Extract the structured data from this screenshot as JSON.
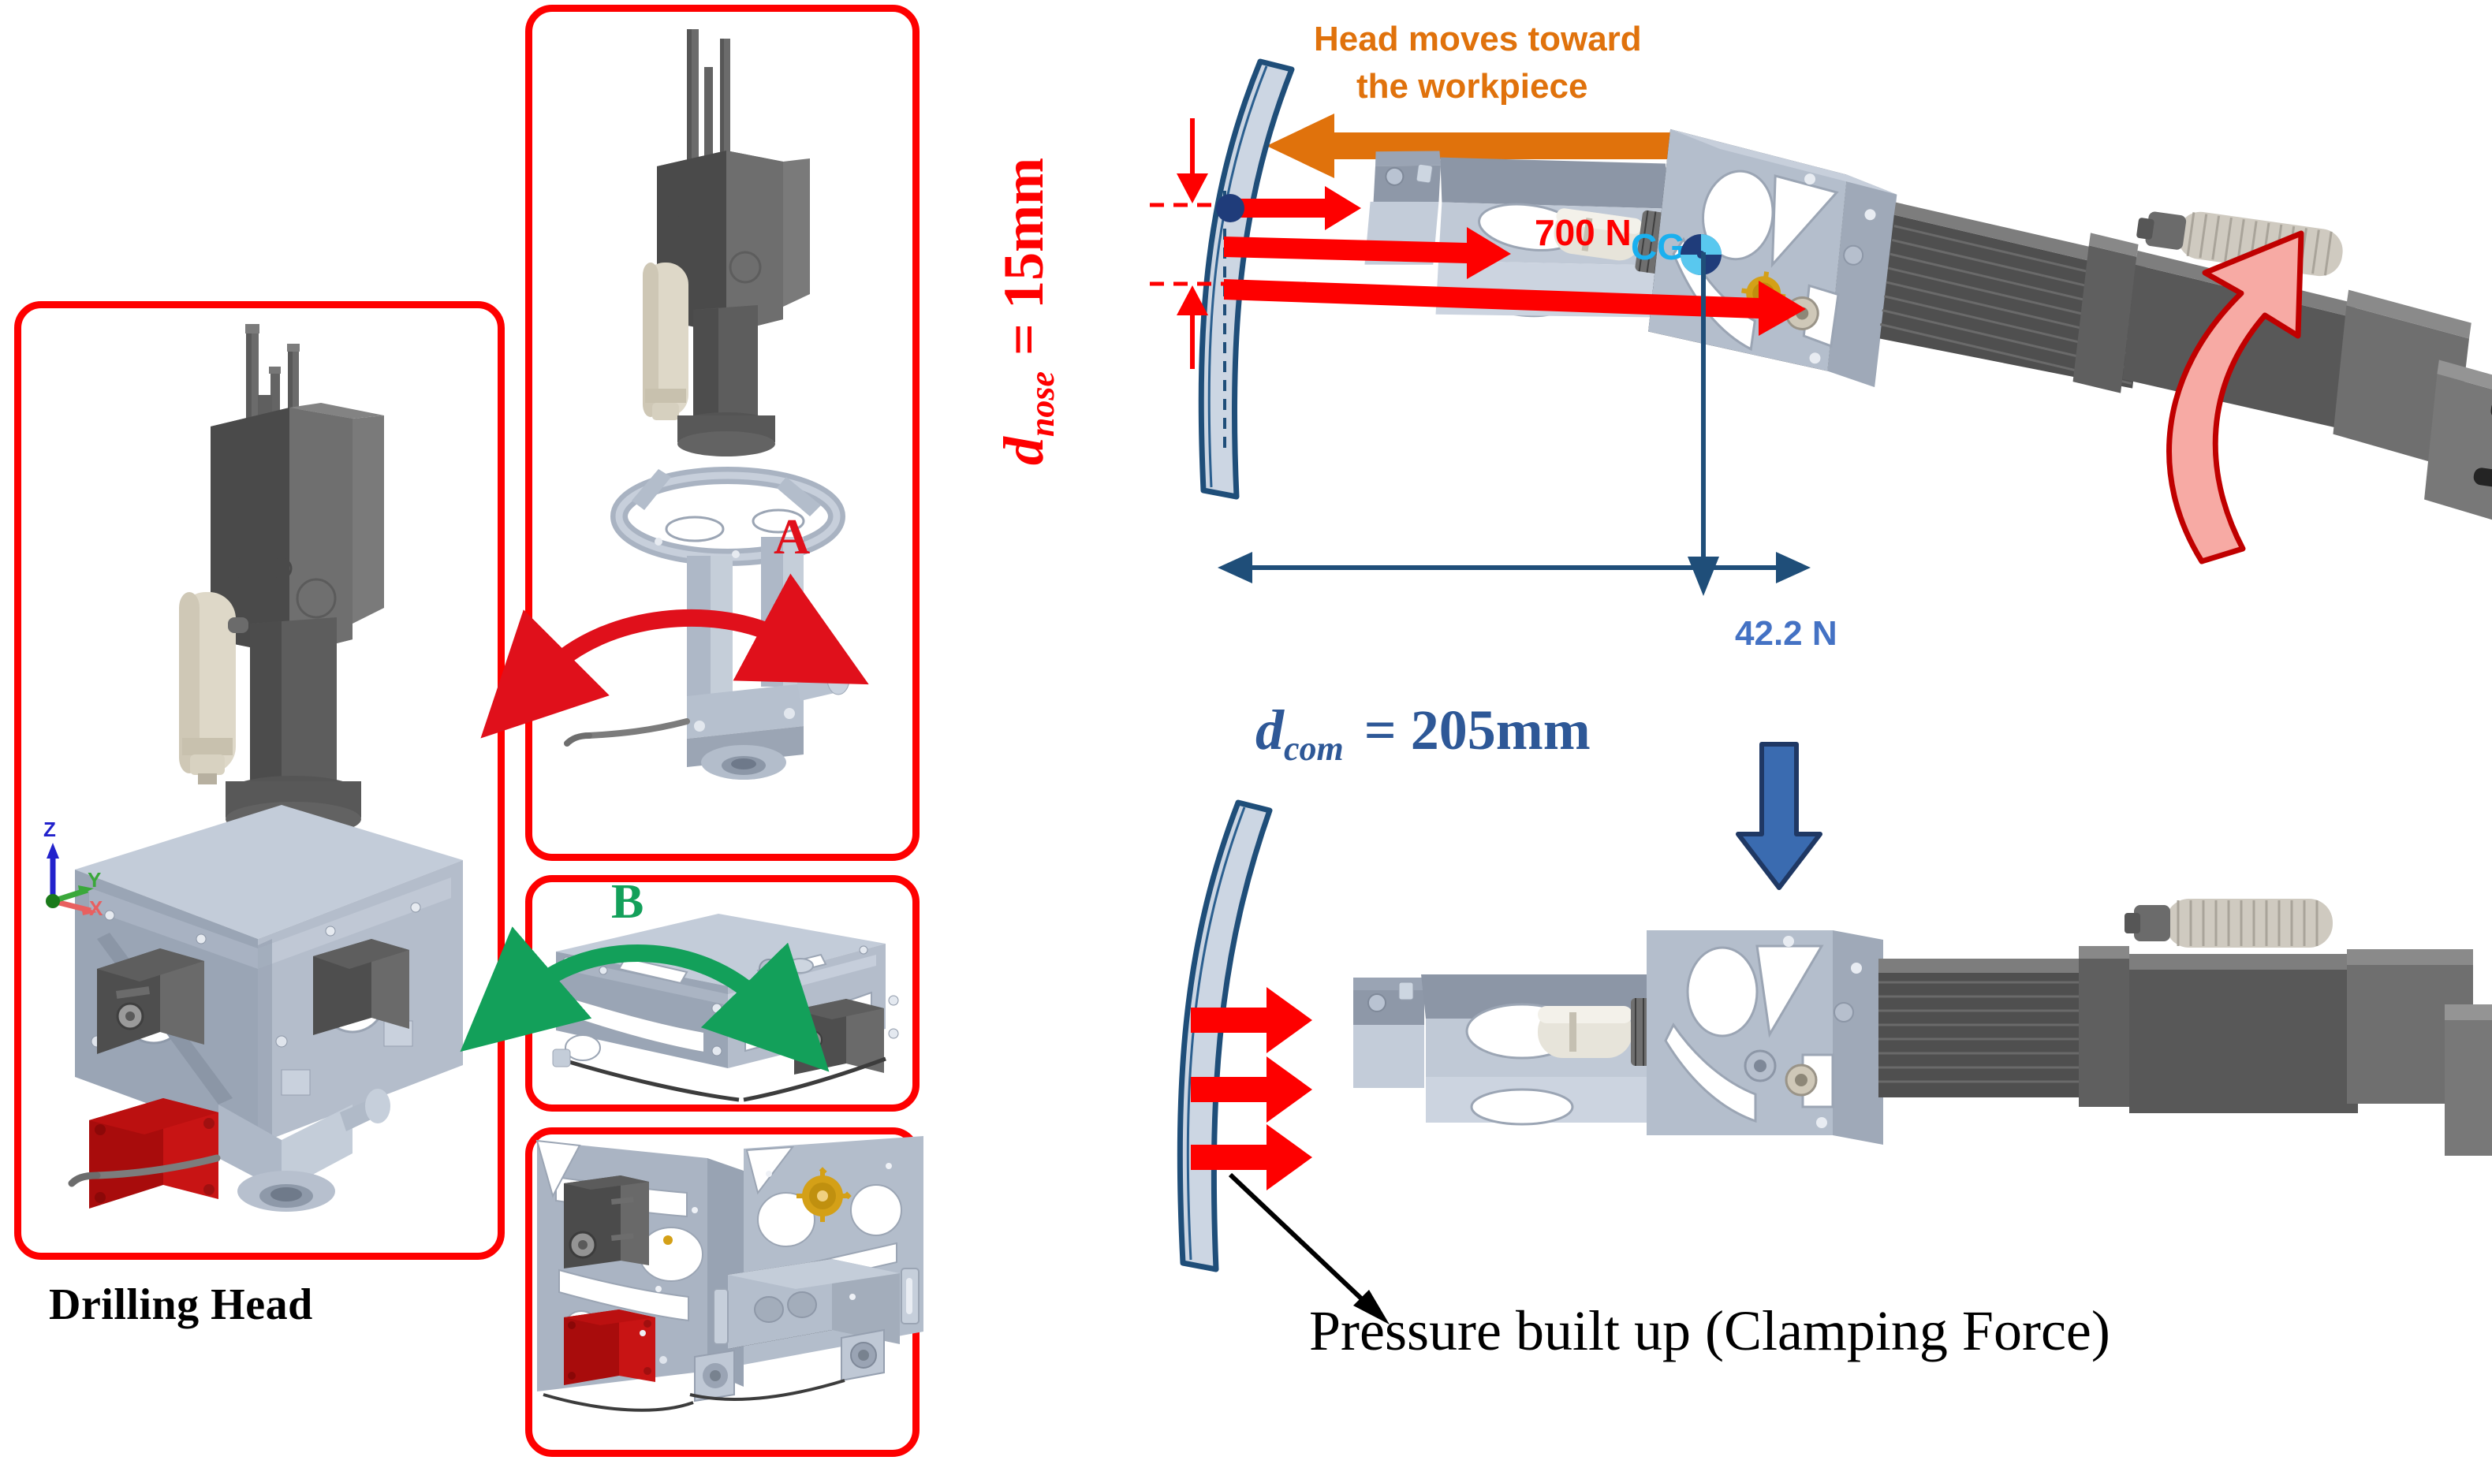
{
  "figure": {
    "title_left": "Drilling Head",
    "caption_bottom": "Pressure built up (Clamping Force)"
  },
  "annotations": {
    "axis_A": "A",
    "axis_B": "B",
    "head_motion": {
      "line1": "Head moves toward",
      "line2": "the workpiece",
      "color": "#e0720c"
    },
    "d_nose": {
      "symbol": "d",
      "subscript": "nose",
      "value": "= 15mm",
      "color": "#fe0000"
    },
    "d_com": {
      "symbol": "d",
      "subscript": "com",
      "value": "= 205mm",
      "color": "#2e5897"
    },
    "thrust_force": {
      "label": "700 N",
      "color": "#fe0000"
    },
    "cg_marker": {
      "label": "CG",
      "color": "#1ab0ef"
    },
    "weight_force": {
      "label": "42.2 N",
      "color": "#4472c4"
    }
  },
  "axes_triad": {
    "x": "X",
    "y": "Y",
    "z": "Z",
    "x_color": "#e86060",
    "y_color": "#3aa83a",
    "z_color": "#2222cc"
  },
  "colors": {
    "frame_red": "#fe0000",
    "arrow_orange": "#e0720c",
    "arrow_blue": "#3a6bb0",
    "arrow_blue_outline": "#1f3864",
    "arrow_green": "#13a05a",
    "arrow_pink": "#f7aaa4",
    "arrow_pink_outline": "#c00000",
    "workpiece_edge": "#1f4e79",
    "workpiece_fill": "#ccd6e3",
    "metal_light": "#b9c3d2",
    "metal_mid": "#8d97a8",
    "metal_dark": "#5c6472",
    "body_dark": "#4d4d4d",
    "body_mid": "#6e6e6e",
    "red_block": "#b50d0d",
    "gear_gold": "#d4a017",
    "dim_navy": "#1f4e79"
  },
  "panels": [
    {
      "name": "drilling-head-overview"
    },
    {
      "name": "axis-a-detail"
    },
    {
      "name": "axis-b-detail"
    },
    {
      "name": "internals-detail"
    }
  ],
  "diagram": {
    "top_view_name": "head-approaching-workpiece",
    "bottom_view_name": "head-clamped-on-workpiece"
  }
}
